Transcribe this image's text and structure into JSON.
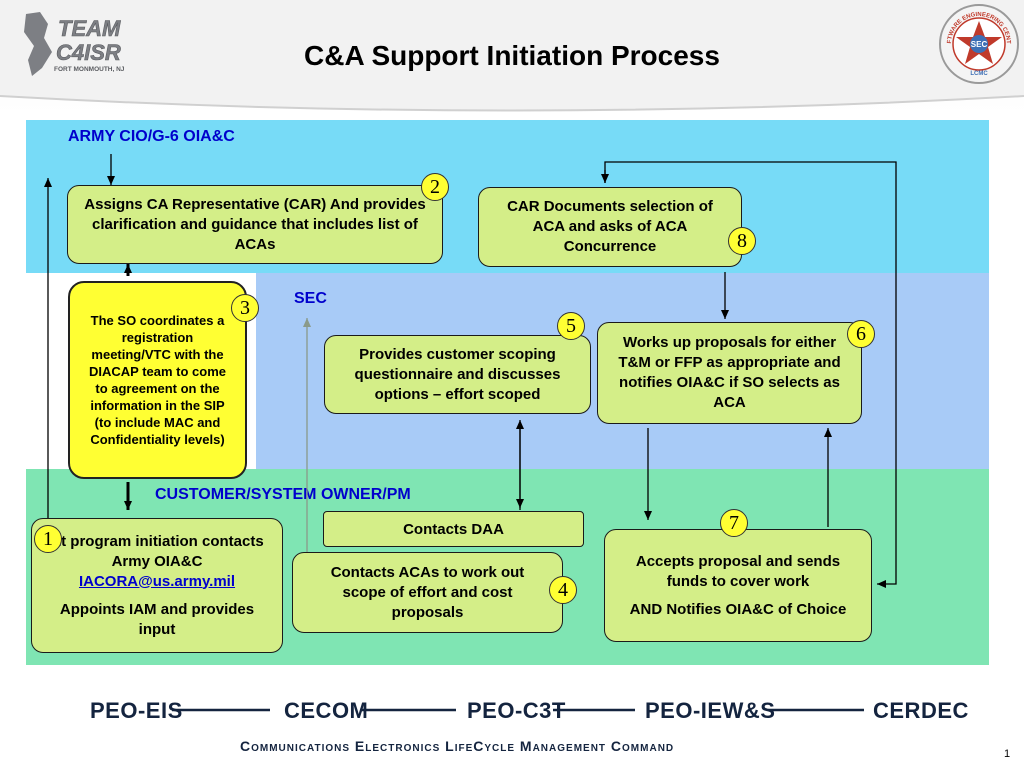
{
  "title": "C&A Support Initiation Process",
  "logos": {
    "team_top": "TEAM",
    "team_bottom": "C4ISR",
    "team_sub": "FORT MONMOUTH, NJ",
    "seal_top": "SOFTWARE ENGINEERING CENTER",
    "seal_center": "SEC",
    "seal_sub": "LCMC"
  },
  "zones": {
    "top": "ARMY CIO/G-6 OIA&C",
    "middle": "SEC",
    "bottom": "CUSTOMER/SYSTEM OWNER/PM"
  },
  "steps": {
    "s1": {
      "num": "1",
      "line1": "At program initiation contacts Army OIA&C",
      "email": "IACORA@us.army.mil",
      "line2": "Appoints IAM and provides input"
    },
    "s2": {
      "num": "2",
      "text": "Assigns CA Representative (CAR) And provides clarification and guidance that includes list of ACAs"
    },
    "s3": {
      "num": "3",
      "text": "The SO coordinates a registration meeting/VTC with the DIACAP team to come to agreement on the information in the SIP (to include MAC and Confidentiality levels)"
    },
    "s4": {
      "num": "4",
      "text": "Contacts ACAs to work out scope of effort and cost proposals"
    },
    "s4b": {
      "text": "Contacts DAA"
    },
    "s5": {
      "num": "5",
      "text": "Provides customer scoping questionnaire and discusses options – effort scoped"
    },
    "s6": {
      "num": "6",
      "text": "Works up proposals for either T&M or FFP as appropriate and notifies OIA&C if SO selects as ACA"
    },
    "s7": {
      "num": "7",
      "line1": "Accepts proposal and sends funds to cover work",
      "line2": "AND Notifies OIA&C of Choice"
    },
    "s8": {
      "num": "8",
      "text": "CAR Documents selection of ACA and asks of ACA Concurrence"
    }
  },
  "footer": {
    "items": [
      "PEO-EIS",
      "CECOM",
      "PEO-C3T",
      "PEO-IEW&S",
      "CERDEC"
    ],
    "command": "Communications Electronics LifeCycle Management Command"
  },
  "page_number": "1",
  "colors": {
    "top_band": "#77dbf7",
    "middle_band": "#a8cbf7",
    "bottom_band": "#7fe5b3",
    "box_green": "#d4ee88",
    "box_yellow": "#ffff33",
    "zone_label": "#0000cc",
    "footer_navy": "#14243f"
  }
}
